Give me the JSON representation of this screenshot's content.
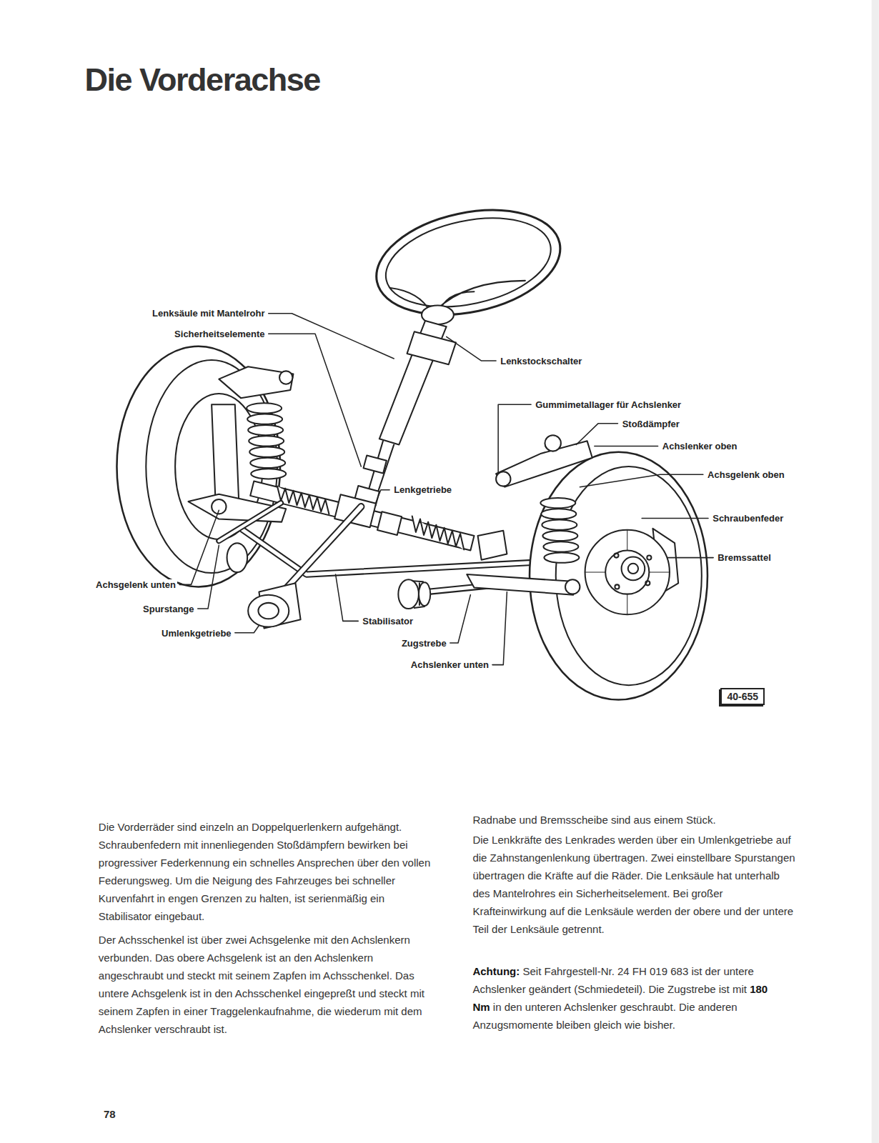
{
  "diagram": {
    "title": "Die Vorderachse",
    "nodes": [
      {
        "text": [
          "40-655"
        ]
      }
    ],
    "labels": [
      "Lenksäule mit Mantelrohr",
      "Sicherheitselemente",
      "Lenkstockschalter",
      "Gummimetallager für Achslenker",
      "Stoßdämpfer",
      "Achslenker oben",
      "Achsgelenk oben",
      "Schraubenfeder",
      "Bremssattel",
      "Lenkgetriebe",
      "Achsgelenk unten",
      "Spurstange",
      "Umlenkgetriebe",
      "Stabilisator",
      "Zugstrebe",
      "Achslenker unten",
      "Die Vorderräder sind einzeln an Doppelquerlenkern aufgehängt. Schraubenfedern mit innenliegenden Stoßdämpfern bewirken bei progressiver Federkennung ein schnelles Ansprechen über den vollen Federungsweg. Um die Neigung des Fahrzeuges bei schneller Kurvenfahrt in engen Grenzen zu halten, ist serienmäßig ein Stabilisator eingebaut.",
      "Der Achsschenkel ist über zwei Achsgelenke mit den Achslenkern verbunden. Das obere Achsgelenk ist an den Achslenkern angeschraubt und steckt mit seinem Zapfen im Achsschenkel. Das untere Achsgelenk ist in den Achsschenkel eingepreßt und steckt mit seinem Zapfen in einer Traggelenkaufnahme, die wiederum mit dem Achslenker verschraubt ist.",
      "Radnabe und Bremsscheibe sind aus einem Stück.",
      "Die Lenkkräfte des Lenkrades werden über ein Umlenkgetriebe auf die Zahnstangenlenkung übertragen. Zwei einstellbare Spurstangen übertragen die Kräfte auf die Räder. Die Lenksäule hat unterhalb des Mantelrohres ein Sicherheitselement. Bei großer Krafteinwirkung auf die Lenksäule werden der obere und der untere Teil der Lenksäule getrennt.",
      "Achtung:",
      "Seit Fahrgestell-Nr. 24 FH 019 683 ist der untere Achslenker geändert (Schmiedeteil). Die Zugstrebe ist mit",
      "180 Nm",
      "in den unteren Achslenker geschraubt. Die anderen Anzugsmomente bleiben gleich wie bisher.",
      "78"
    ]
  }
}
